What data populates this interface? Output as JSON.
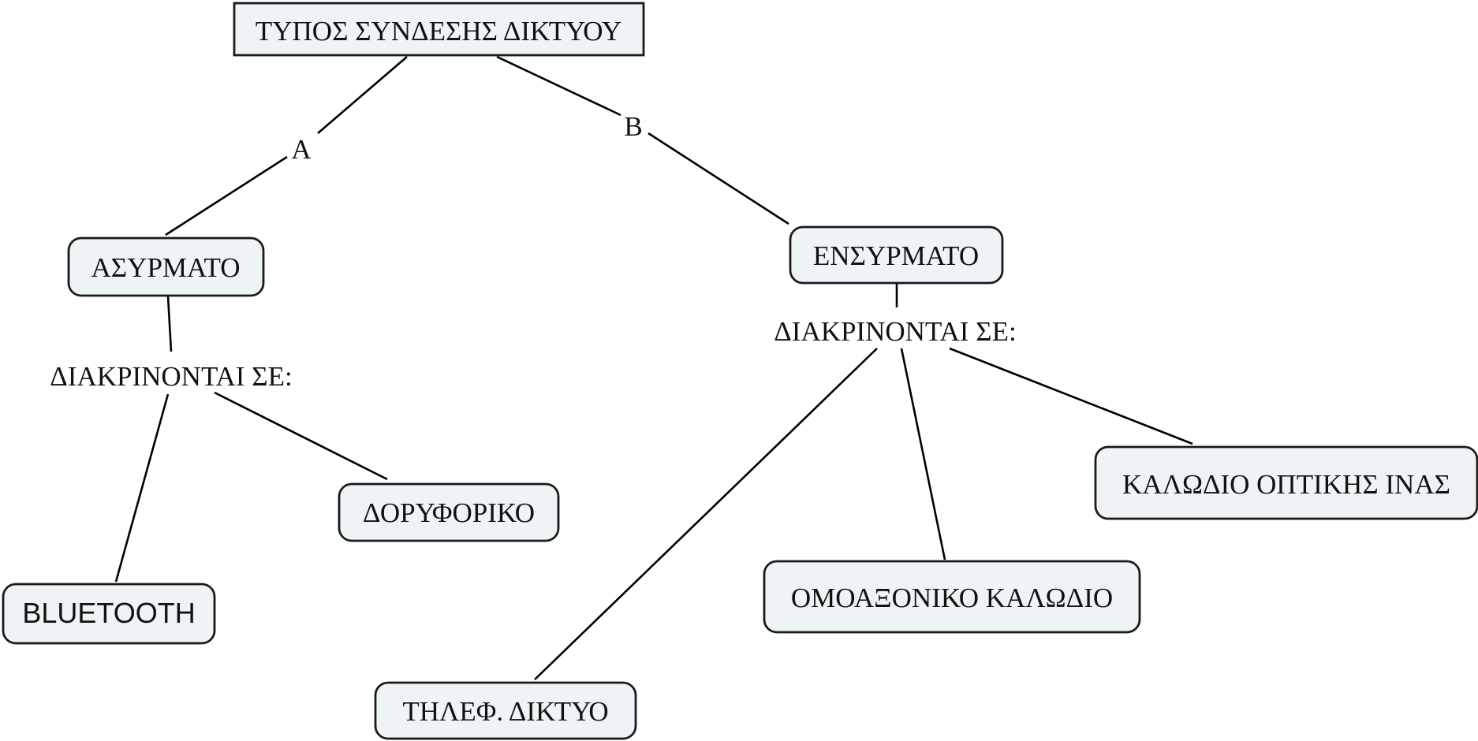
{
  "diagram": {
    "root": {
      "label": "ΤΥΠΟΣ ΣΥΝΔΕΣΗΣ ΔΙΚΤΥΟΥ"
    },
    "branch_a": {
      "link_label": "Α",
      "node": {
        "label": "ΑΣΥΡΜΑΤΟ"
      },
      "connector_label": "ΔΙΑΚΡΙΝΟΝΤΑΙ ΣΕ:",
      "children": [
        {
          "label": "BLUETOOTH"
        },
        {
          "label": "ΔΟΡΥΦΟΡΙΚΟ"
        }
      ]
    },
    "branch_b": {
      "link_label": "Β",
      "node": {
        "label": "ΕΝΣΥΡΜΑΤΟ"
      },
      "connector_label": "ΔΙΑΚΡΙΝΟΝΤΑΙ ΣΕ:",
      "children": [
        {
          "label": "ΤΗΛΕΦ. ΔΙΚΤΥΟ"
        },
        {
          "label": "ΟΜΟΑΞΟΝΙΚΟ ΚΑΛΩΔΙΟ"
        },
        {
          "label": "ΚΑΛΩΔΙΟ ΟΠΤΙΚΗΣ ΙΝΑΣ"
        }
      ]
    }
  },
  "colors": {
    "node_fill": "#eef3f5",
    "node_stroke": "#1a1a1a",
    "line": "#000000"
  }
}
